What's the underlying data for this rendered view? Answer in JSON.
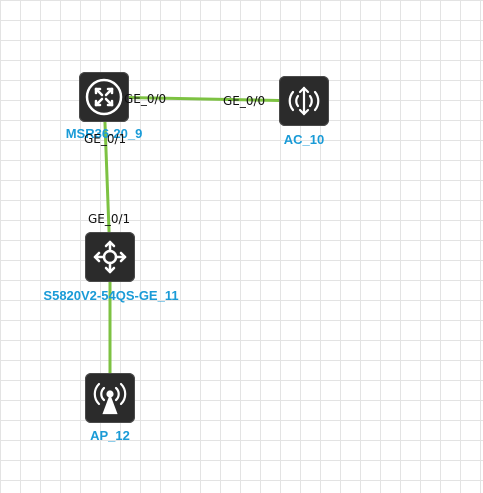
{
  "colors": {
    "link": "#7dc242",
    "device_fill": "#2b2b2b",
    "label": "#1a9bd7",
    "grid": "#e3e3e3"
  },
  "devices": [
    {
      "id": "msr",
      "name": "MSR36-20_9",
      "icon": "router-icon"
    },
    {
      "id": "ac",
      "name": "AC_10",
      "icon": "wireless-controller-icon"
    },
    {
      "id": "sw",
      "name": "S5820V2-54QS-GE_11",
      "icon": "switch-icon"
    },
    {
      "id": "ap",
      "name": "AP_12",
      "icon": "access-point-icon"
    }
  ],
  "links": [
    {
      "from": "msr",
      "to": "ac",
      "from_port": "GE_0/0",
      "to_port": "GE_0/0"
    },
    {
      "from": "msr",
      "to": "sw",
      "from_port": "GE_0/1",
      "to_port": "GE_0/1"
    },
    {
      "from": "sw",
      "to": "ap",
      "from_port": "",
      "to_port": ""
    }
  ]
}
